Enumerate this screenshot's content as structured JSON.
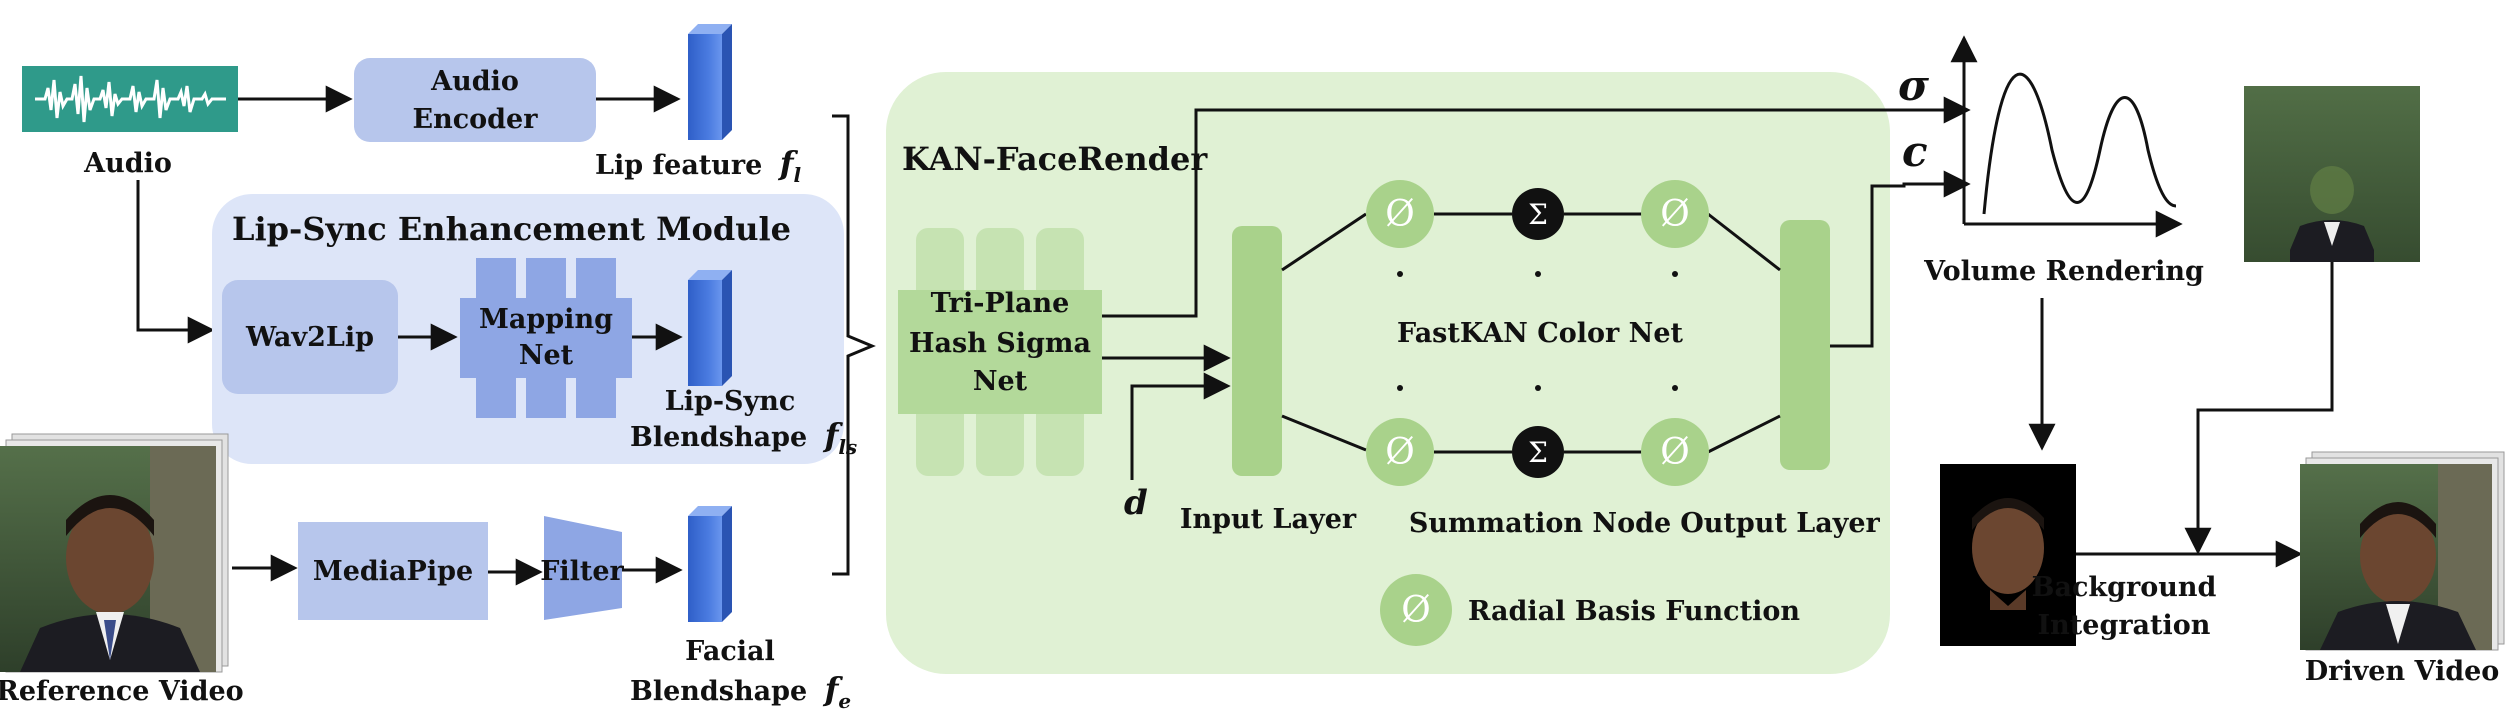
{
  "audio": {
    "label": "Audio",
    "encoder_line1": "Audio",
    "encoder_line2": "Encoder",
    "lip_feature_label": "Lip feature",
    "lip_feature_symbol": "f",
    "lip_feature_sub": "l"
  },
  "lip_sync_module": {
    "title": "Lip-Sync Enhancement Module",
    "wav2lip": "Wav2Lip",
    "mapping_line1": "Mapping",
    "mapping_line2": "Net",
    "output_line1": "Lip-Sync",
    "output_line2": "Blendshape",
    "output_symbol": "f",
    "output_sub": "ls"
  },
  "reference": {
    "label": "Reference Video",
    "mediapipe": "MediaPipe",
    "filter": "Filter",
    "output_line1": "Facial",
    "output_line2": "Blendshape",
    "output_symbol": "f",
    "output_sub": "e"
  },
  "kan_facerender": {
    "title": "KAN-FaceRender",
    "triplane_line1": "Tri-Plane",
    "triplane_line2": "Hash Sigma",
    "triplane_line3": "Net",
    "d_label": "d",
    "input_layer": "Input Layer",
    "output_layer": "Output Layer",
    "color_net": "FastKAN Color Net",
    "summation_node": "Summation Node",
    "rbf_legend": "Radial Basis Function",
    "rbf_symbol": "Ø",
    "sum_symbol": "Σ",
    "dots": ". . ."
  },
  "rendering": {
    "sigma": "σ",
    "c": "c",
    "volume_rendering": "Volume Rendering"
  },
  "integration": {
    "background_line1": "Background",
    "background_line2": "Integration",
    "driven_video": "Driven Video"
  },
  "colors": {
    "encoder_fill": "#b7c6ec",
    "module_bg": "#dde5f8",
    "feature_bar": "#3f6fd6",
    "kan_bg": "#e0f1d4",
    "green_node": "#a9d28b",
    "green_light": "#c6e3b2",
    "audio_wave_bg": "#2f9a8a"
  }
}
